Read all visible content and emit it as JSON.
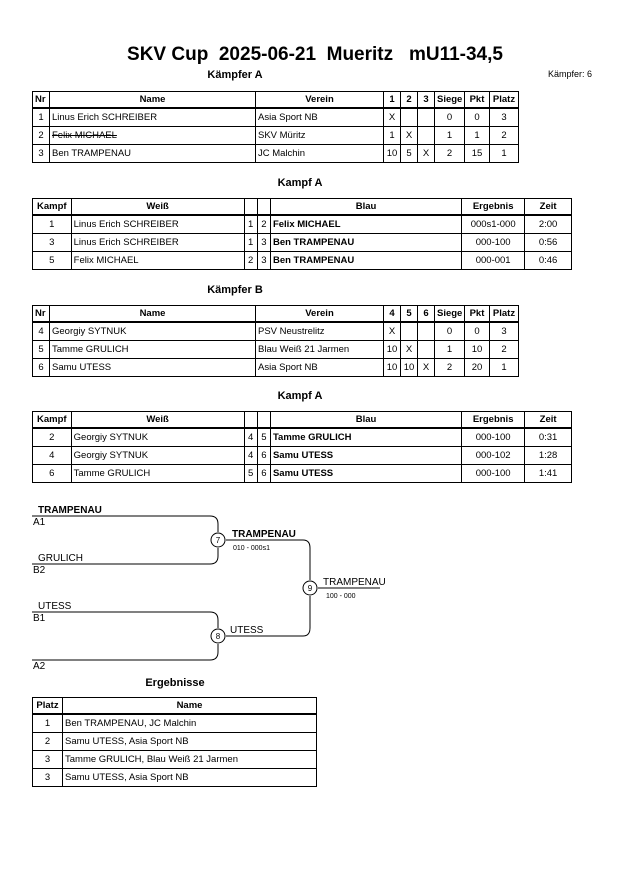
{
  "header": {
    "title": "SKV Cup  2025-06-21  Mueritz   mU11-34,5",
    "fighter_count": "Kämpfer: 6"
  },
  "pool_a": {
    "caption": "Kämpfer A",
    "columns": [
      "Nr",
      "Name",
      "Verein",
      "1",
      "2",
      "3",
      "Siege",
      "Pkt",
      "Platz"
    ],
    "rows": [
      {
        "nr": "1",
        "name": "Linus Erich SCHREIBER",
        "club": "Asia Sport NB",
        "r1": "X",
        "r2": "",
        "r3": "",
        "wins": "0",
        "pts": "0",
        "place": "3"
      },
      {
        "nr": "2",
        "name": "Felix MICHAEL",
        "club": "SKV Müritz",
        "r1": "1",
        "r2": "X",
        "r3": "",
        "wins": "1",
        "pts": "1",
        "place": "2"
      },
      {
        "nr": "3",
        "name": "Ben TRAMPENAU",
        "club": "JC Malchin",
        "r1": "10",
        "r2": "5",
        "r3": "X",
        "wins": "2",
        "pts": "15",
        "place": "1"
      }
    ]
  },
  "fights_a": {
    "caption": "Kampf A",
    "columns": [
      "Kampf",
      "Weiß",
      "Blau",
      "Ergebnis",
      "Zeit"
    ],
    "rows": [
      {
        "fight": "1",
        "white": "Linus Erich SCHREIBER",
        "wn": "1",
        "bn": "2",
        "blue": "Felix MICHAEL",
        "result": "000s1-000",
        "time": "2:00"
      },
      {
        "fight": "3",
        "white": "Linus Erich SCHREIBER",
        "wn": "1",
        "bn": "3",
        "blue": "Ben TRAMPENAU",
        "result": "000-100",
        "time": "0:56"
      },
      {
        "fight": "5",
        "white": "Felix MICHAEL",
        "wn": "2",
        "bn": "3",
        "blue": "Ben TRAMPENAU",
        "result": "000-001",
        "time": "0:46"
      }
    ]
  },
  "pool_b": {
    "caption": "Kämpfer B",
    "columns": [
      "Nr",
      "Name",
      "Verein",
      "4",
      "5",
      "6",
      "Siege",
      "Pkt",
      "Platz"
    ],
    "rows": [
      {
        "nr": "4",
        "name": "Georgiy SYTNUK",
        "club": "PSV Neustrelitz",
        "r1": "X",
        "r2": "",
        "r3": "",
        "wins": "0",
        "pts": "0",
        "place": "3"
      },
      {
        "nr": "5",
        "name": "Tamme GRULICH",
        "club": "Blau Weiß 21 Jarmen",
        "r1": "10",
        "r2": "X",
        "r3": "",
        "wins": "1",
        "pts": "10",
        "place": "2"
      },
      {
        "nr": "6",
        "name": "Samu UTESS",
        "club": "Asia Sport NB",
        "r1": "10",
        "r2": "10",
        "r3": "X",
        "wins": "2",
        "pts": "20",
        "place": "1"
      }
    ]
  },
  "fights_b": {
    "caption": "Kampf A",
    "columns": [
      "Kampf",
      "Weiß",
      "Blau",
      "Ergebnis",
      "Zeit"
    ],
    "rows": [
      {
        "fight": "2",
        "white": "Georgiy SYTNUK",
        "wn": "4",
        "bn": "5",
        "blue": "Tamme GRULICH",
        "result": "000-100",
        "time": "0:31"
      },
      {
        "fight": "4",
        "white": "Georgiy SYTNUK",
        "wn": "4",
        "bn": "6",
        "blue": "Samu UTESS",
        "result": "000-102",
        "time": "1:28"
      },
      {
        "fight": "6",
        "white": "Tamme GRULICH",
        "wn": "5",
        "bn": "6",
        "blue": "Samu UTESS",
        "result": "000-100",
        "time": "1:41"
      }
    ]
  },
  "bracket": {
    "top1_name": "TRAMPENAU",
    "top1_seed": "A1",
    "top2_name": "GRULICH",
    "top2_seed": "B2",
    "bot1_name": "UTESS",
    "bot1_seed": "B1",
    "bot2_name": "",
    "bot2_seed": "A2",
    "semi1_no": "7",
    "semi1_winner": "TRAMPENAU",
    "semi1_score": "010 - 000s1",
    "semi2_no": "8",
    "semi2_winner": "UTESS",
    "final_no": "9",
    "final_winner": "TRAMPENAU",
    "final_score": "100 - 000"
  },
  "results": {
    "caption": "Ergebnisse",
    "columns": [
      "Platz",
      "Name"
    ],
    "rows": [
      {
        "place": "1",
        "name": "Ben TRAMPENAU, JC Malchin"
      },
      {
        "place": "2",
        "name": "Samu UTESS, Asia Sport NB"
      },
      {
        "place": "3",
        "name": "Tamme GRULICH, Blau Weiß 21 Jarmen"
      },
      {
        "place": "3",
        "name": "Samu UTESS, Asia Sport NB"
      }
    ]
  }
}
